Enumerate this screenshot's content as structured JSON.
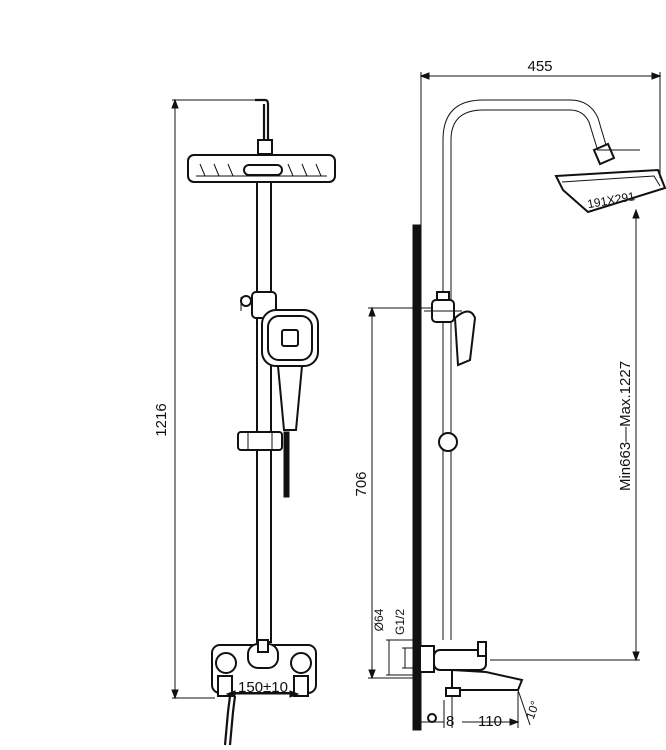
{
  "dimensions": {
    "total_height": "1216",
    "arm_length": "455",
    "head_size": "191X291",
    "handset_height": "706",
    "adjust_range": "Min663—Max.1227",
    "pipe_diameter": "Ø64",
    "thread": "G1/2",
    "mixer_centers": "150±10",
    "spout_offset": "8",
    "spout_length": "110",
    "spout_angle": "10°"
  },
  "colors": {
    "line": "#111111",
    "background": "#ffffff"
  }
}
